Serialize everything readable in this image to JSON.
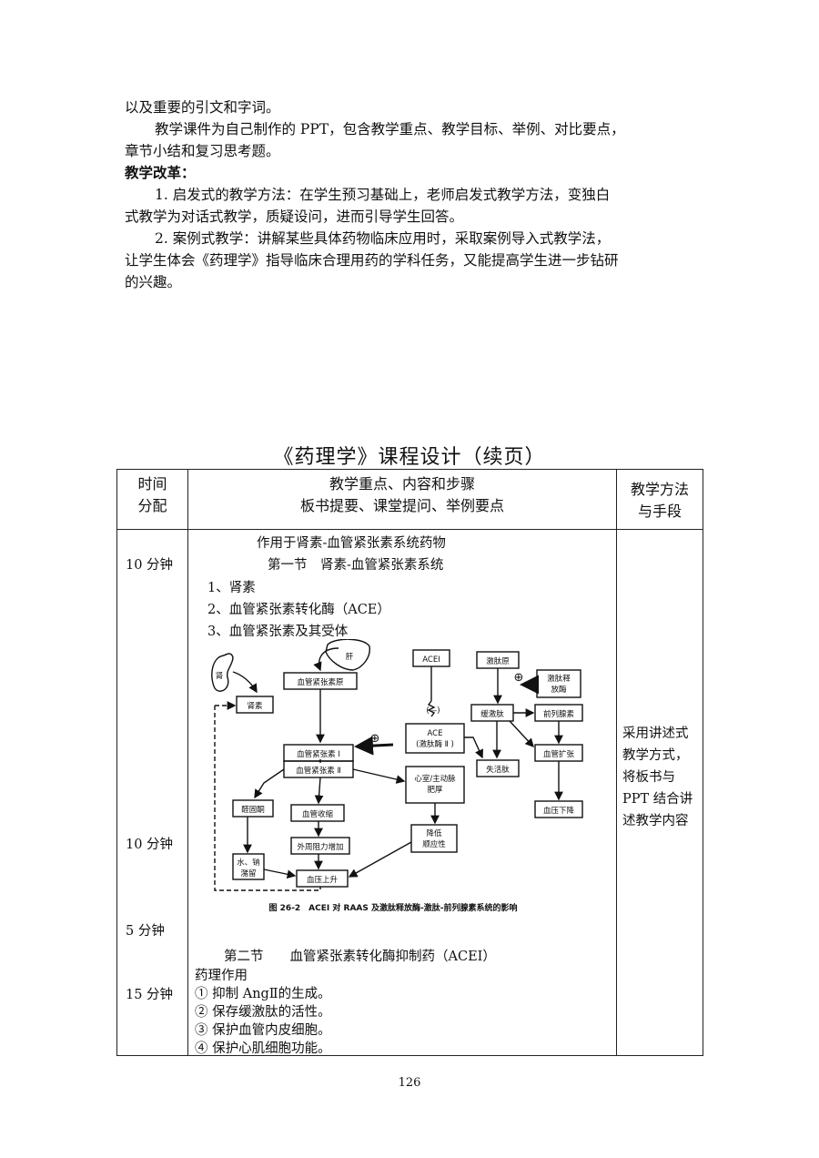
{
  "intro": {
    "line1": "以及重要的引文和字词。",
    "line2": "教学课件为自己制作的 PPT，包含教学重点、教学目标、举例、对比要点，",
    "line3": "章节小结和复习思考题。",
    "heading": "教学改革：",
    "item1_a": "1. 启发式的教学方法：在学生预习基础上，老师启发式教学方法，变独白",
    "item1_b": "式教学为对话式教学，质疑设问，进而引导学生回答。",
    "item2_a": "2. 案例式教学：讲解某些具体药物临床应用时，采取案例导入式教学法，",
    "item2_b": "让学生体会《药理学》指导临床合理用药的学科任务，又能提高学生进一步钻研",
    "item2_c": "的兴趣。"
  },
  "title": "《药理学》课程设计（续页）",
  "table": {
    "header_time": [
      "时间",
      "分配"
    ],
    "header_content": [
      "教学重点、内容和步骤",
      "板书提要、课堂提问、举例要点"
    ],
    "header_method": [
      "教学方法",
      "与手段"
    ],
    "times": [
      "10 分钟",
      "10 分钟",
      "5 分钟",
      "15 分钟"
    ],
    "outline": {
      "chapter": "作用于肾素-血管紧张素系统药物",
      "section1": "第一节　肾素-血管紧张素系统",
      "items": [
        "1、肾素",
        "2、血管紧张素转化酶（ACE）",
        "3、血管紧张素及其受体"
      ],
      "section2": "第二节　　血管紧张素转化酶抑制药（ACEI）",
      "pharm_heading": "药理作用",
      "pharm_items": [
        "① 抑制 AngⅡ的生成。",
        "② 保存缓激肽的活性。",
        "③ 保护血管内皮细胞。",
        "④ 保护心肌细胞功能。"
      ]
    },
    "method_lines": [
      "采用讲述式",
      "教学方式，",
      "将板书与",
      "PPT 结合讲",
      "述教学内容"
    ]
  },
  "diagram": {
    "caption": "图 26-2　ACEI 对 RAAS 及激肽释放酶-激肽-前列腺素系统的影响",
    "labels": {
      "kidney": "肾",
      "liver": "肝",
      "renin": "肾素",
      "angiotensinogen": "血管紧张素原",
      "ang1": "血管紧张素 I",
      "ang2": "血管紧张素 Ⅱ",
      "aldosterone": "醛固酮",
      "vasoconstriction": "血管收缩",
      "peripheral_resistance": "外周阻力增加",
      "water_sodium": [
        "水、钠",
        "潴留"
      ],
      "bp_up": "血压上升",
      "acei": "ACEI",
      "minus": "(—)",
      "ace": [
        "ACE",
        "(激肽酶 Ⅱ )"
      ],
      "hypertrophy": [
        "心室/主动脉",
        "肥厚"
      ],
      "compliance": [
        "降低",
        "顺应性"
      ],
      "kininogen": "激肽原",
      "kallikrein": [
        "激肽释",
        "放酶"
      ],
      "bradykinin": "缓激肽",
      "prostaglandin": "前列腺素",
      "inactive_peptide": "失活肽",
      "vasodilation": "血管扩张",
      "bp_down": "血压下降",
      "plus": "⊕"
    }
  },
  "page_number": "126"
}
